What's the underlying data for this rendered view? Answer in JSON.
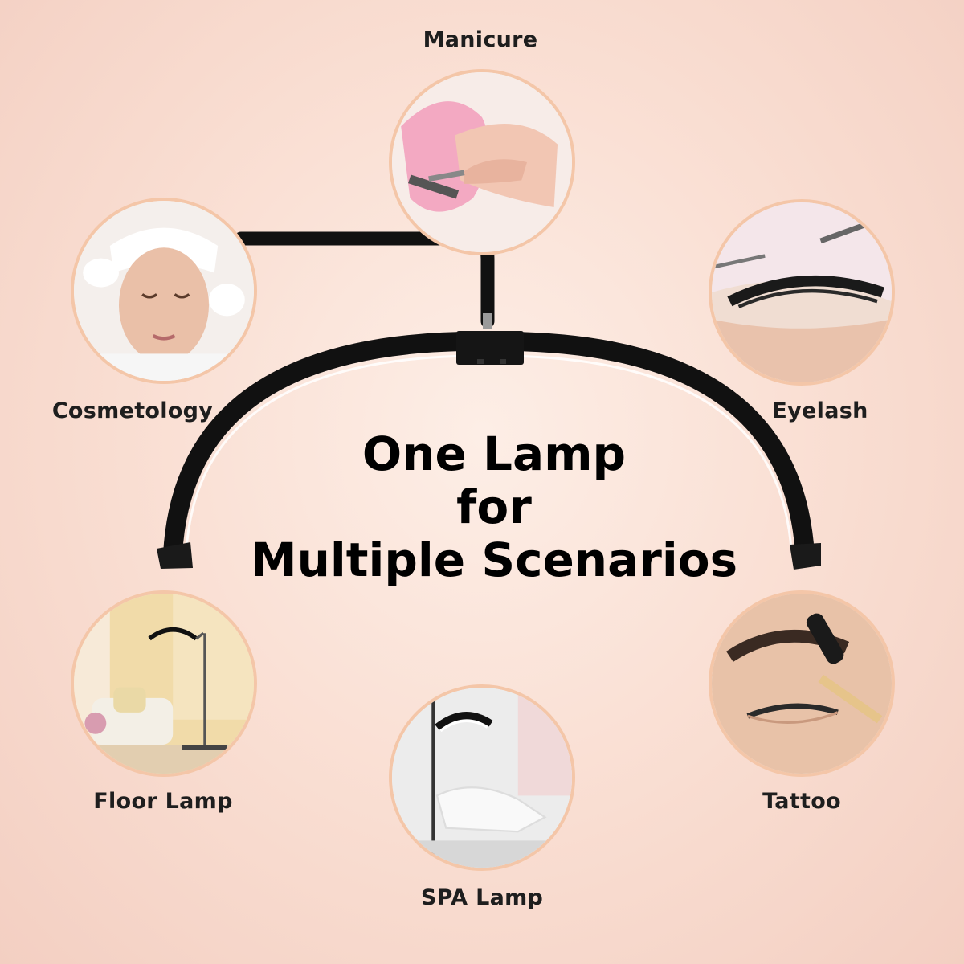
{
  "headline": {
    "line1": "One Lamp",
    "line2": "for",
    "line3": "Multiple Scenarios"
  },
  "scenarios": [
    {
      "label": "Manicure"
    },
    {
      "label": "Cosmetology"
    },
    {
      "label": "Eyelash"
    },
    {
      "label": "Floor Lamp"
    },
    {
      "label": "Tattoo"
    },
    {
      "label": "SPA Lamp"
    }
  ],
  "colors": {
    "lamp": "#111111",
    "circle_border": "#f4c6a8",
    "text": "#1e1e1e"
  }
}
